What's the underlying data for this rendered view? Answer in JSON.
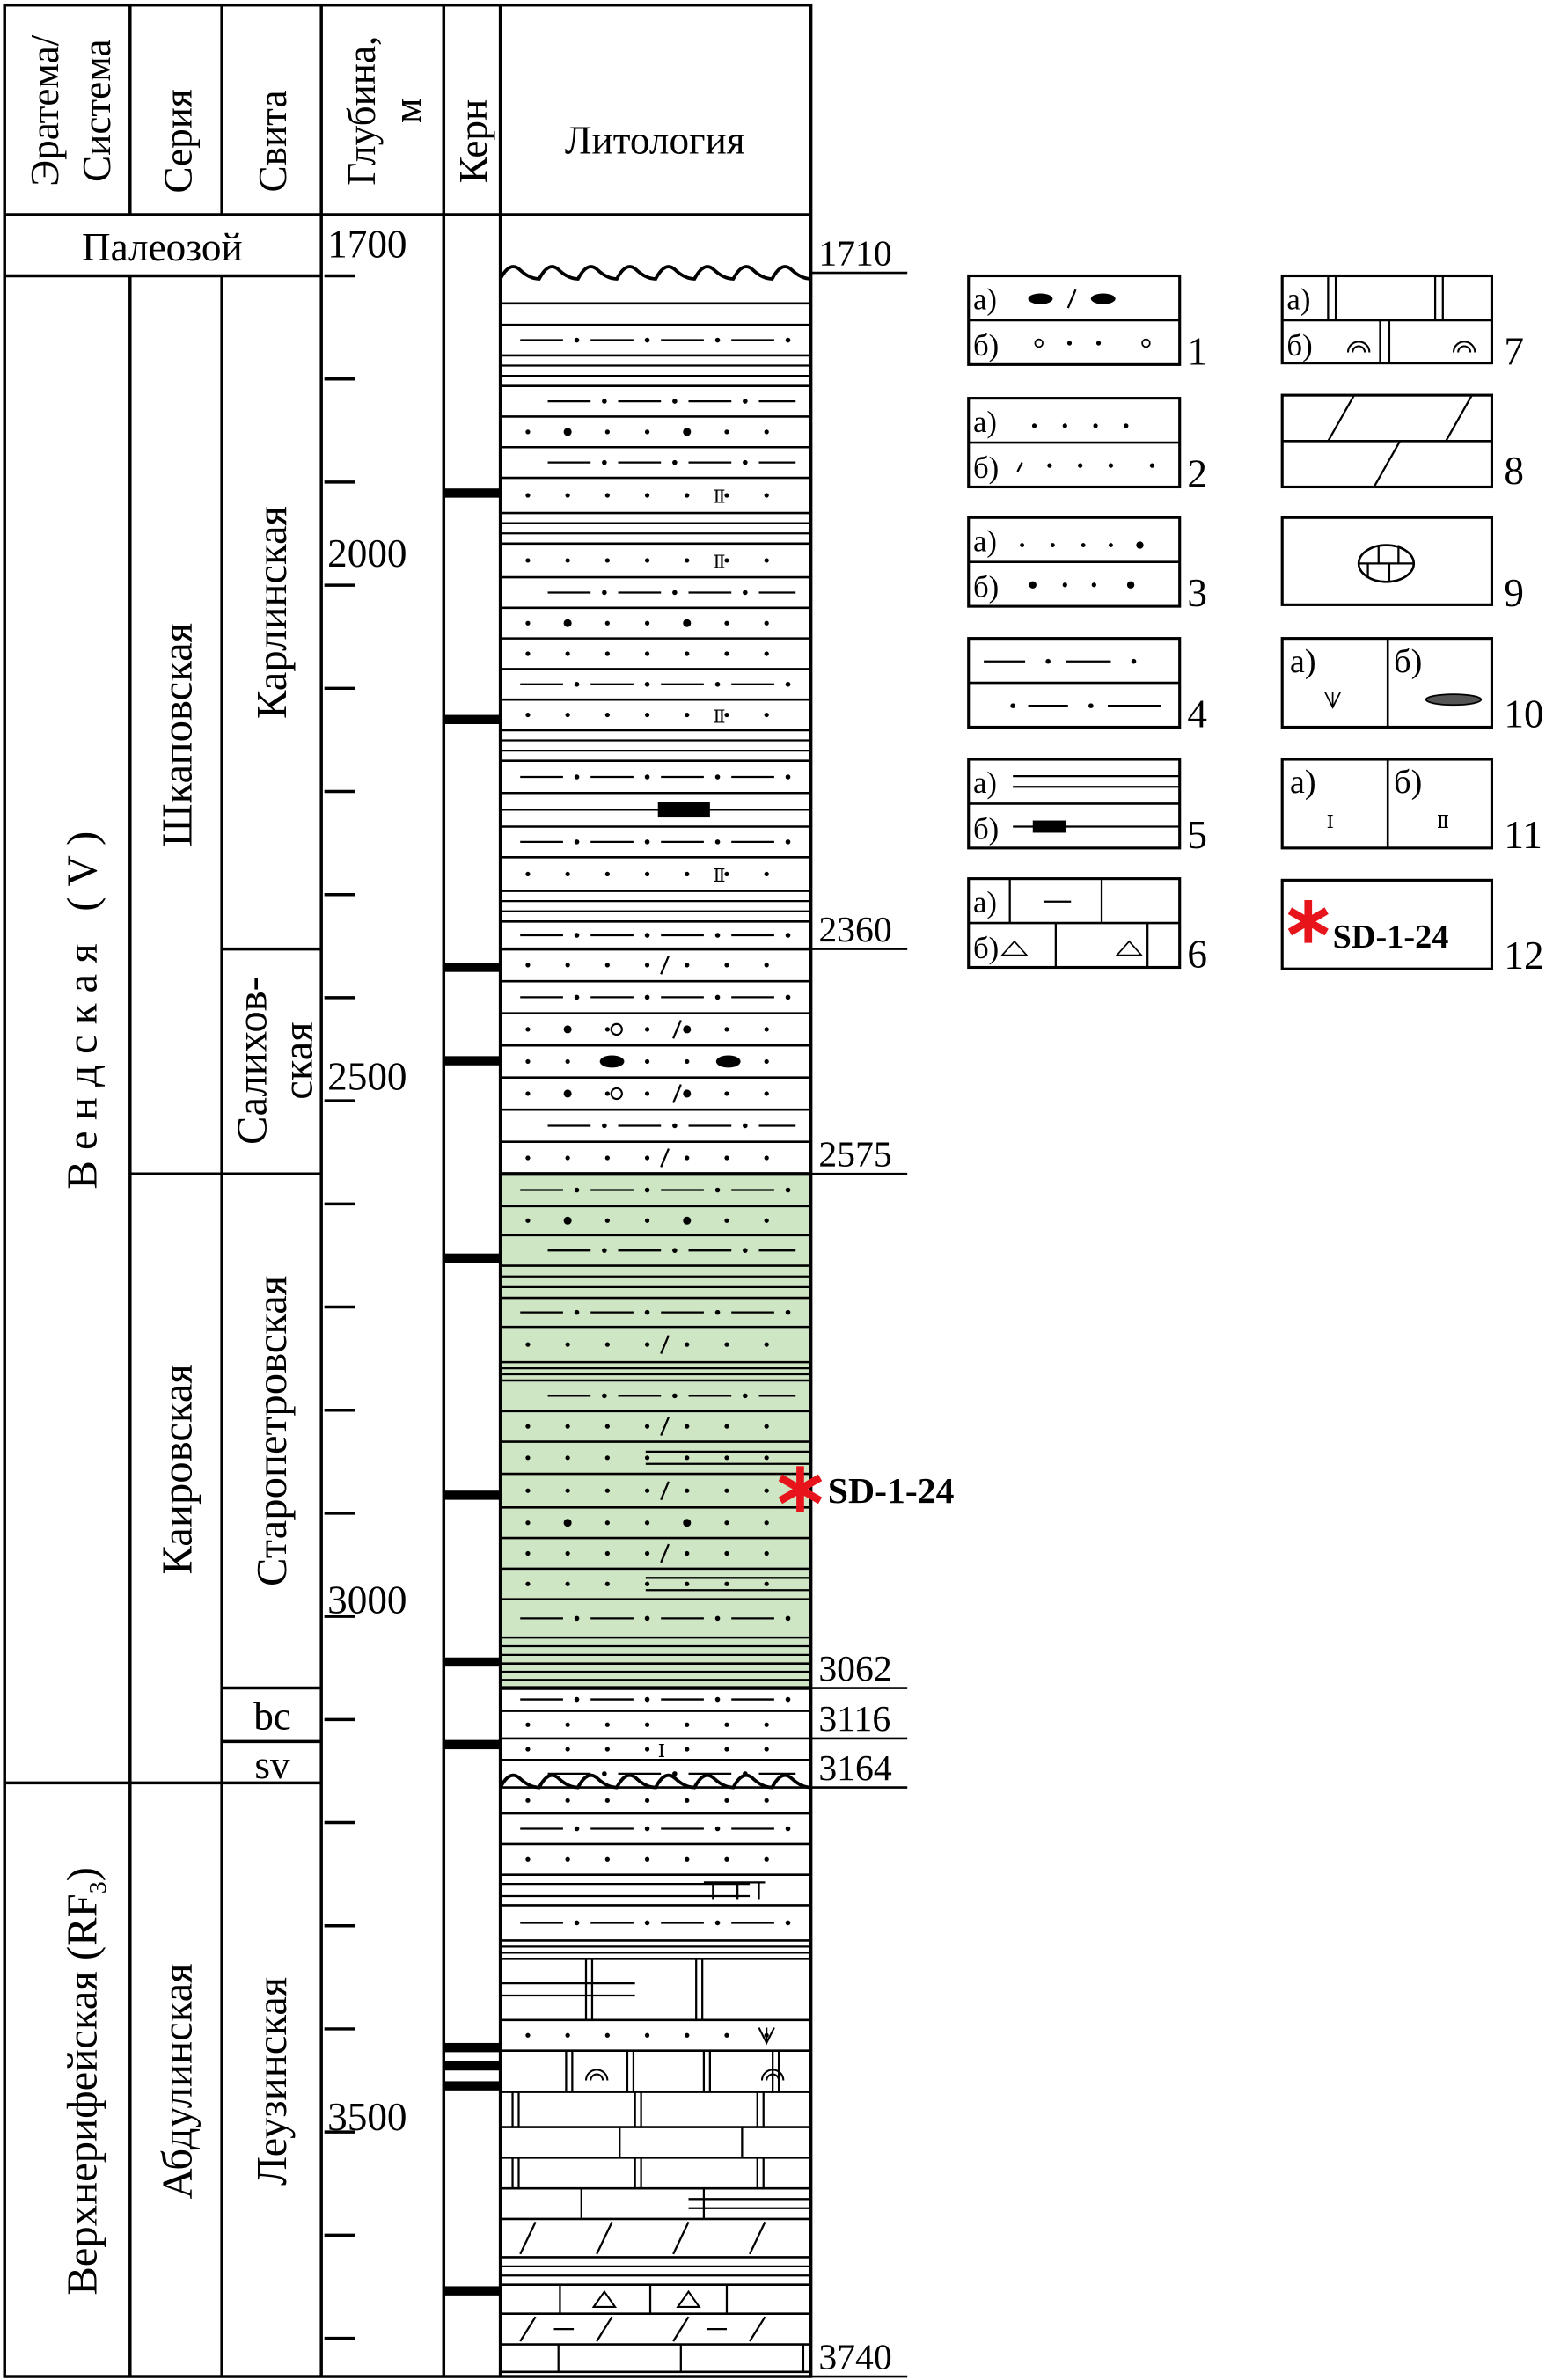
{
  "header": {
    "col_erathem": [
      "Эратема/",
      "Система"
    ],
    "col_series": "Серия",
    "col_suite": "Свита",
    "col_depth": [
      "Глубина,",
      "м"
    ],
    "col_core": "Керн",
    "col_lithology": "Литология"
  },
  "stratigraphy": {
    "paleozoic": "Палеозой",
    "vendian": "В е н д с к а я   ( V )",
    "upper_riphean": "Верхнерифейская (RF",
    "upper_riphean_sub": "3",
    "upper_riphean_close": ")",
    "series": [
      "Шкаповская",
      "Каировская",
      "Абдулинская"
    ],
    "suites": {
      "karlinskaya": "Карлинская",
      "salikhovskaya": [
        "Салихов-",
        "ская"
      ],
      "staropetrovskaya": "Старопетровская",
      "bc": "bc",
      "sv": "sv",
      "leuzinskaya": "Леузинская"
    }
  },
  "depth_axis": {
    "labels": [
      "1700",
      "2000",
      "2500",
      "3000",
      "3500"
    ],
    "tick_step_m": 100
  },
  "boundaries": [
    "1710",
    "2360",
    "2575",
    "3062",
    "3116",
    "3164",
    "3740"
  ],
  "sample": {
    "label": "SD-1-24",
    "marker": "asterisk-icon"
  },
  "legend": {
    "a": "а)",
    "b": "б)",
    "numbers": [
      "1",
      "2",
      "3",
      "4",
      "5",
      "6",
      "7",
      "8",
      "9",
      "10",
      "11",
      "12"
    ],
    "sample_label": "SD-1-24"
  },
  "colors": {
    "highlight": "#cfe6c4",
    "sample_marker": "#e8141b",
    "line": "#000000"
  }
}
